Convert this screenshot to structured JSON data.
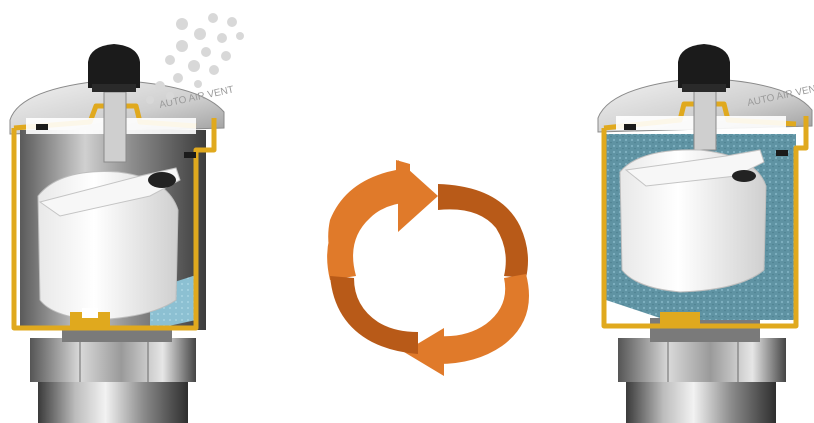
{
  "diagram": {
    "panels": [
      {
        "id": "left",
        "state": "venting",
        "icon": "air-vent-valve-cutaway"
      },
      {
        "id": "right",
        "state": "filled",
        "icon": "air-vent-valve-cutaway"
      }
    ],
    "cycle_icon": "circular-arrows-icon",
    "body_engraving": "AUTO AIR VENT"
  },
  "colors": {
    "housing_gold": "#e0a91e",
    "housing_gold_dark": "#a8780e",
    "metal_light": "#e6e6e6",
    "metal_mid": "#a9a9a9",
    "metal_dark": "#4d4d4d",
    "cap_black": "#1b1b1b",
    "float_white": "#f4f4f4",
    "water": "#5c8f9e",
    "water_light": "#8fbfcf",
    "arrow_orange": "#e07a2a",
    "arrow_orange_dark": "#b85a18",
    "bubble": "#d8d8d8"
  }
}
